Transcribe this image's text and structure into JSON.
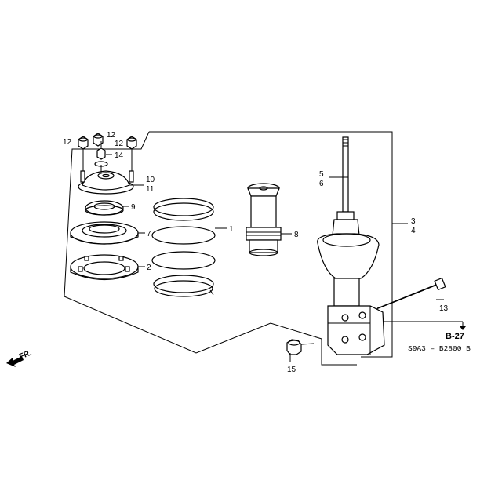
{
  "diagram": {
    "callouts": {
      "p1": "1",
      "p2": "2",
      "p3": "3",
      "p4": "4",
      "p5": "5",
      "p6": "6",
      "p7": "7",
      "p8": "8",
      "p9": "9",
      "p10": "10",
      "p11": "11",
      "p12a": "12",
      "p12b": "12",
      "p12c": "12",
      "p13": "13",
      "p14": "14",
      "p15": "15"
    },
    "ref_label": "B-27",
    "front_label": "FR.",
    "code": "S9A3 – B2800 B"
  }
}
